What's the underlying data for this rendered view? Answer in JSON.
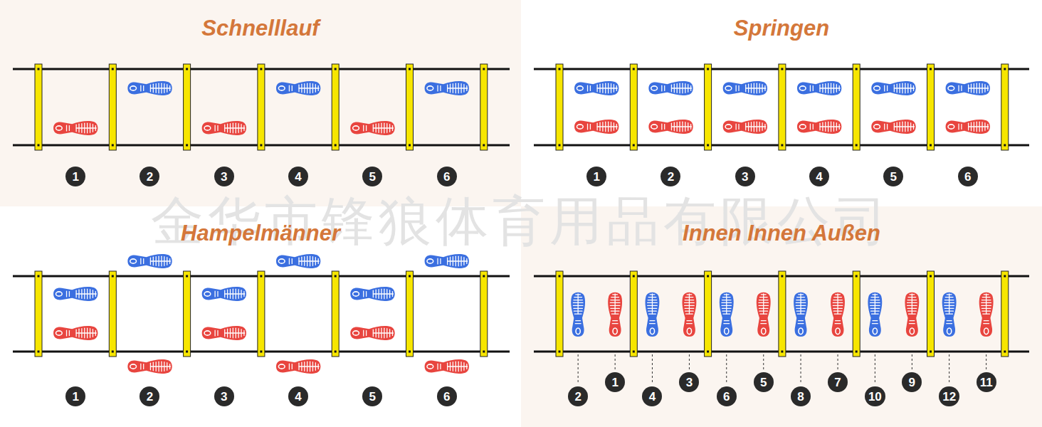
{
  "diagram": {
    "nodes": [
      {
        "text": [
          "Schnelllauf"
        ]
      },
      {
        "text": [
          "1"
        ],
        "in": 0
      },
      {
        "text": [
          "2"
        ],
        "in": 0
      },
      {
        "text": [
          "3"
        ],
        "in": 0
      },
      {
        "text": [
          "4"
        ],
        "in": 0
      },
      {
        "text": [
          "5"
        ],
        "in": 0
      },
      {
        "text": [
          "6"
        ],
        "in": 0
      },
      {
        "text": [
          "Springen"
        ]
      },
      {
        "text": [
          "1"
        ],
        "in": 7
      },
      {
        "text": [
          "2"
        ],
        "in": 7
      },
      {
        "text": [
          "3"
        ],
        "in": 7
      },
      {
        "text": [
          "4"
        ],
        "in": 7
      },
      {
        "text": [
          "5"
        ],
        "in": 7
      },
      {
        "text": [
          "6"
        ],
        "in": 7
      },
      {
        "text": [
          "Hampelmänner"
        ]
      },
      {
        "text": [
          "1"
        ],
        "in": 14
      },
      {
        "text": [
          "2"
        ],
        "in": 14
      },
      {
        "text": [
          "3"
        ],
        "in": 14
      },
      {
        "text": [
          "4"
        ],
        "in": 14
      },
      {
        "text": [
          "5"
        ],
        "in": 14
      },
      {
        "text": [
          "6"
        ],
        "in": 14
      },
      {
        "text": [
          "Innen Innen Außen"
        ]
      },
      {
        "text": [
          "2"
        ],
        "in": 21
      },
      {
        "text": [
          "1"
        ],
        "in": 21
      },
      {
        "text": [
          "4"
        ],
        "in": 21
      },
      {
        "text": [
          "3"
        ],
        "in": 21
      },
      {
        "text": [
          "6"
        ],
        "in": 21
      },
      {
        "text": [
          "5"
        ],
        "in": 21
      },
      {
        "text": [
          "8"
        ],
        "in": 21
      },
      {
        "text": [
          "7"
        ],
        "in": 21
      },
      {
        "text": [
          "10"
        ],
        "in": 21
      },
      {
        "text": [
          "9"
        ],
        "in": 21
      },
      {
        "text": [
          "12"
        ],
        "in": 21
      },
      {
        "text": [
          "11"
        ],
        "in": 21
      }
    ],
    "labels": [
      "金华市锋狼体育用品有限公司"
    ]
  }
}
